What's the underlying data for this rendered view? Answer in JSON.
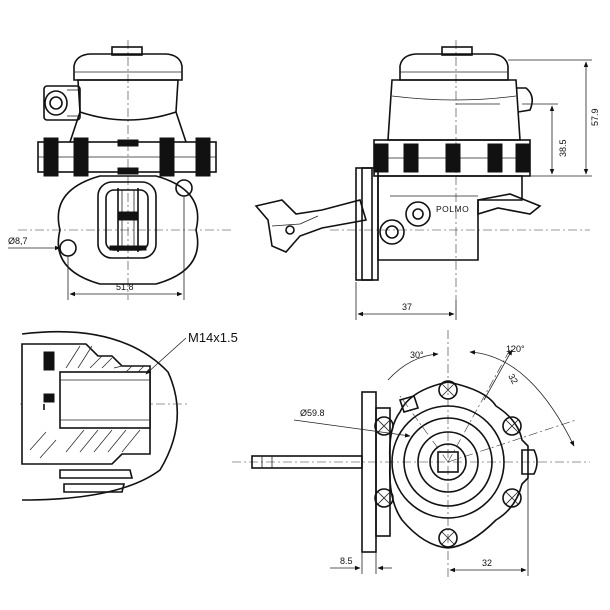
{
  "dimensions": {
    "hole_diameter": "Ø8,7",
    "flange_width": "51.8",
    "height_upper": "38.5",
    "height_total": "57.9",
    "lever_offset": "37",
    "thread": "M14x1.5",
    "angle_a": "30°",
    "angle_b": "120°",
    "radius": "32",
    "bolt_circle": "Ø59.8",
    "flange_thickness": "8.5",
    "outlet_offset": "32"
  },
  "markings": {
    "brand": "POLMO"
  }
}
